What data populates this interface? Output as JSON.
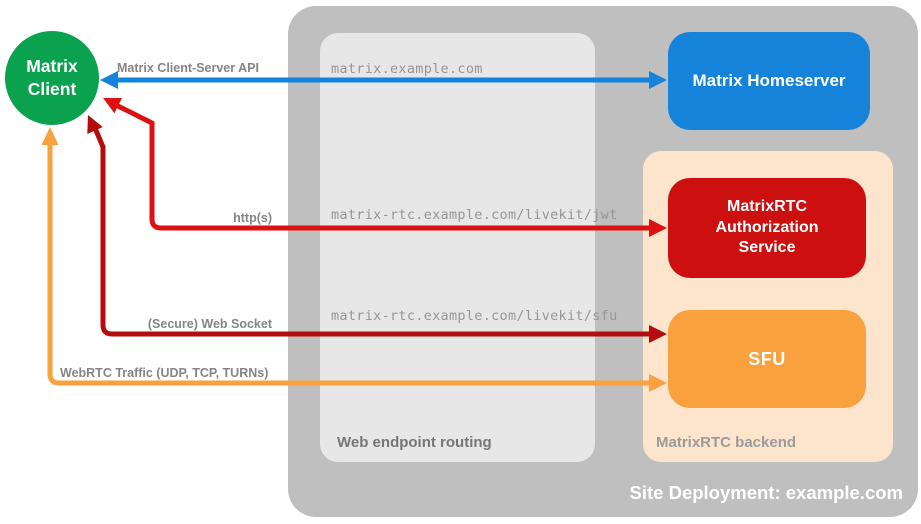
{
  "client": {
    "label": "Matrix Client"
  },
  "site": {
    "label": "Site Deployment: example.com"
  },
  "routing": {
    "label": "Web endpoint routing",
    "endpoints": {
      "homeserver": "matrix.example.com",
      "jwt": "matrix-rtc.example.com/livekit/jwt",
      "sfu": "matrix-rtc.example.com/livekit/sfu"
    }
  },
  "backend": {
    "label": "MatrixRTC backend",
    "homeserver": "Matrix Homeserver",
    "auth": "MatrixRTC Authorization Service",
    "sfu": "SFU"
  },
  "connections": {
    "cs_api": "Matrix Client-Server API",
    "http": "http(s)",
    "websocket": "(Secure) Web Socket",
    "webrtc": "WebRTC Traffic (UDP, TCP, TURNs)"
  },
  "colors": {
    "client_green": "#0aa24e",
    "homeserver_blue": "#1583da",
    "auth_red": "#cc1010",
    "sfu_orange": "#f9a03f",
    "http_arrow_red": "#dd1111",
    "websocket_arrow_red": "#b50d0d",
    "webrtc_arrow_orange": "#f9a03f",
    "cs_api_arrow_blue": "#1583da",
    "backend_peach": "#fce5cc",
    "container_gray": "#bfbfbf",
    "routing_gray": "#e7e7e7"
  }
}
